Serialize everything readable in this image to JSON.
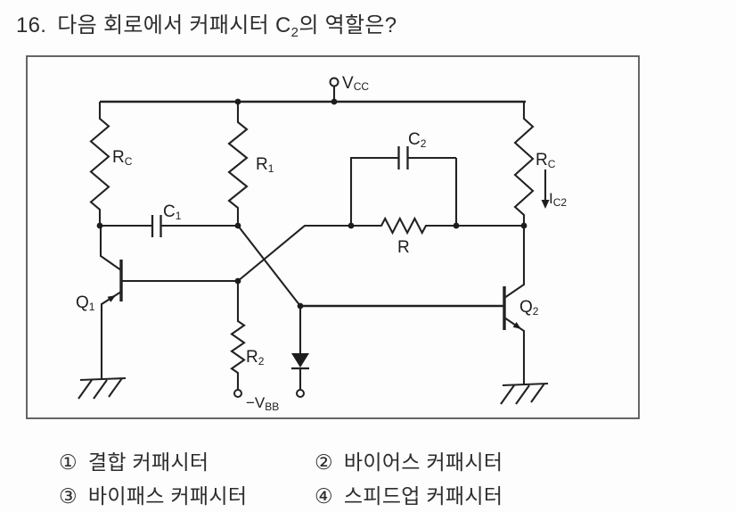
{
  "question": {
    "number": "16.",
    "before": "다음 회로에서 커패시터",
    "symbol_main": "C",
    "symbol_sub": "2",
    "after": "의 역할은?"
  },
  "options": [
    {
      "marker": "①",
      "label": "결합 커패시터"
    },
    {
      "marker": "②",
      "label": "바이어스 커패시터"
    },
    {
      "marker": "③",
      "label": "바이패스 커패시터"
    },
    {
      "marker": "④",
      "label": "스피드업 커패시터"
    }
  ],
  "circuit": {
    "vcc": {
      "main": "V",
      "sub": "CC"
    },
    "rc_left": {
      "main": "R",
      "sub": "C"
    },
    "r1": {
      "main": "R",
      "sub": "1"
    },
    "c1": {
      "main": "C",
      "sub": "1"
    },
    "c2": {
      "main": "C",
      "sub": "2"
    },
    "r": {
      "main": "R",
      "sub": ""
    },
    "rc_right": {
      "main": "R",
      "sub": "C"
    },
    "ic2": {
      "main": "I",
      "sub": "C2"
    },
    "q1": {
      "main": "Q",
      "sub": "1"
    },
    "q2": {
      "main": "Q",
      "sub": "2"
    },
    "r2": {
      "main": "R",
      "sub": "2"
    },
    "vbb": {
      "main": "−V",
      "sub": "BB"
    }
  },
  "colors": {
    "ink": "#222222",
    "frame": "#555555",
    "text": "#2d2d2d",
    "background": "#fdfdfd"
  }
}
